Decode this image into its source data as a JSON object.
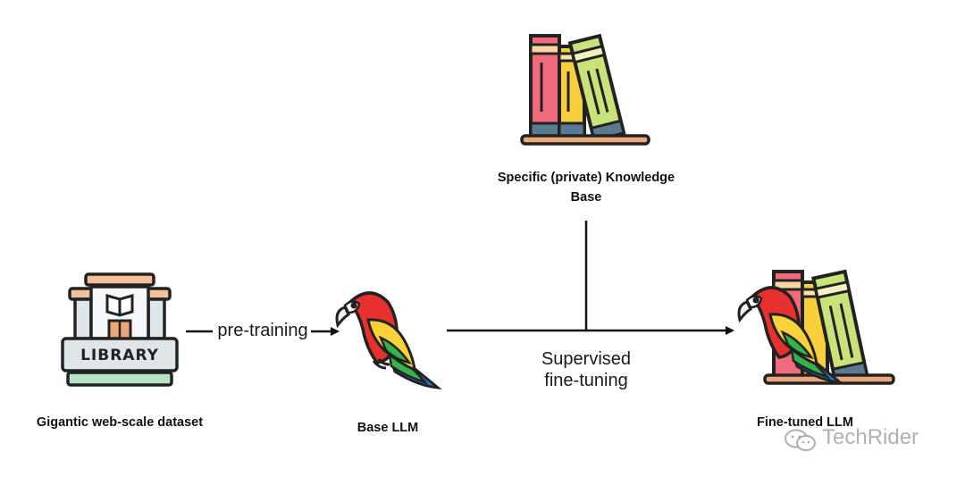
{
  "nodes": {
    "knowledge_base": {
      "label_line1": "Specific (private) Knowledge",
      "label_line2": "Base",
      "icon": "books-icon"
    },
    "dataset": {
      "label": "Gigantic web-scale dataset",
      "icon": "library-icon",
      "sign_text": "LIBRARY"
    },
    "base_llm": {
      "label": "Base LLM",
      "icon": "parrot-icon"
    },
    "fine_tuned_llm": {
      "label": "Fine-tuned LLM",
      "icon": "parrot-with-books-icon"
    }
  },
  "edges": {
    "pretraining": {
      "label": "pre-training"
    },
    "supervised": {
      "label_line1": "Supervised",
      "label_line2": "fine-tuning"
    }
  },
  "watermark": {
    "text": "TechRider"
  },
  "colors": {
    "outline": "#222222",
    "book_red": "#f06b7e",
    "book_yellow": "#f7cf3f",
    "book_green": "#c9e27a",
    "book_base": "#5a7a90",
    "shelf": "#e9a77a",
    "library_body": "#dfe6ea",
    "library_roof": "#f4c09a",
    "library_mint": "#b7e4c7",
    "parrot_red": "#e8312f",
    "parrot_yellow": "#f9d13a",
    "parrot_blue": "#2d7fe0",
    "parrot_green": "#33b44a"
  }
}
